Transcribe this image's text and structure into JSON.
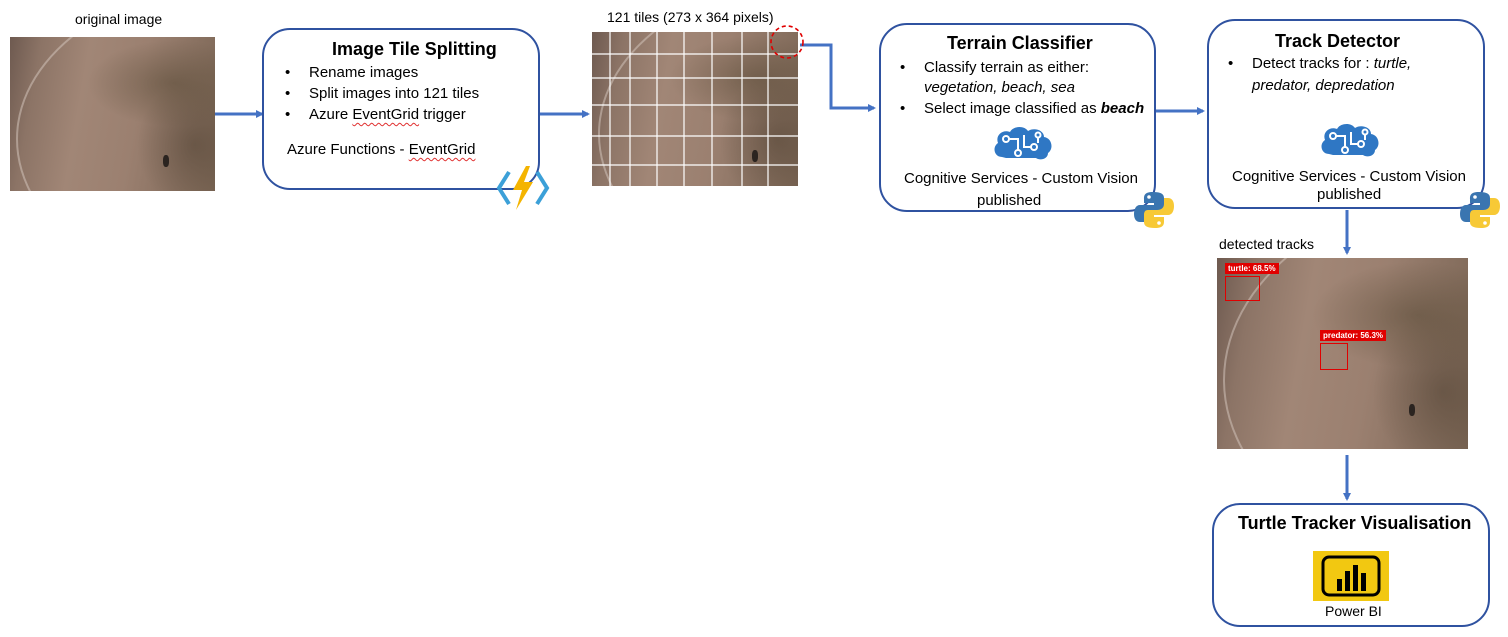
{
  "original": {
    "caption": "original image"
  },
  "splitting": {
    "title": "Image Tile Splitting",
    "bullets": [
      "Rename images",
      "Split images into 121 tiles"
    ],
    "trigger_prefix": "Azure ",
    "trigger_word": "EventGrid",
    "trigger_suffix": " trigger",
    "footer_prefix": "Azure Functions - ",
    "footer_word": "EventGrid",
    "icon": "azure-functions-icon"
  },
  "tiles": {
    "caption": "121 tiles (273 x 364 pixels)"
  },
  "classifier": {
    "title": "Terrain Classifier",
    "bullet1": "Classify terrain as either:",
    "bullet1_cont": "vegetation, beach, sea",
    "bullet2_prefix": "Select image classified as ",
    "bullet2_em": "beach",
    "service": "Cognitive Services - Custom Vision",
    "service2": "published",
    "icon": "cognitive-services-brain-icon"
  },
  "detector": {
    "title": "Track Detector",
    "bullet_prefix": "Detect tracks for : ",
    "bullet_em1": "turtle,",
    "bullet_em2": "predator, depredation",
    "service": "Cognitive Services - Custom Vision",
    "service2": "published",
    "icon": "cognitive-services-brain-icon"
  },
  "detected": {
    "caption": "detected tracks",
    "labels": [
      "turtle: 68.5%",
      "predator: 56.3%"
    ]
  },
  "visualisation": {
    "title": "Turtle Tracker Visualisation",
    "app": "Power BI",
    "icon": "power-bi-icon"
  },
  "colors": {
    "box_border": "#2f52a0",
    "arrow": "#4472c4",
    "detection": "#e00000",
    "powerbi": "#f2c811"
  }
}
